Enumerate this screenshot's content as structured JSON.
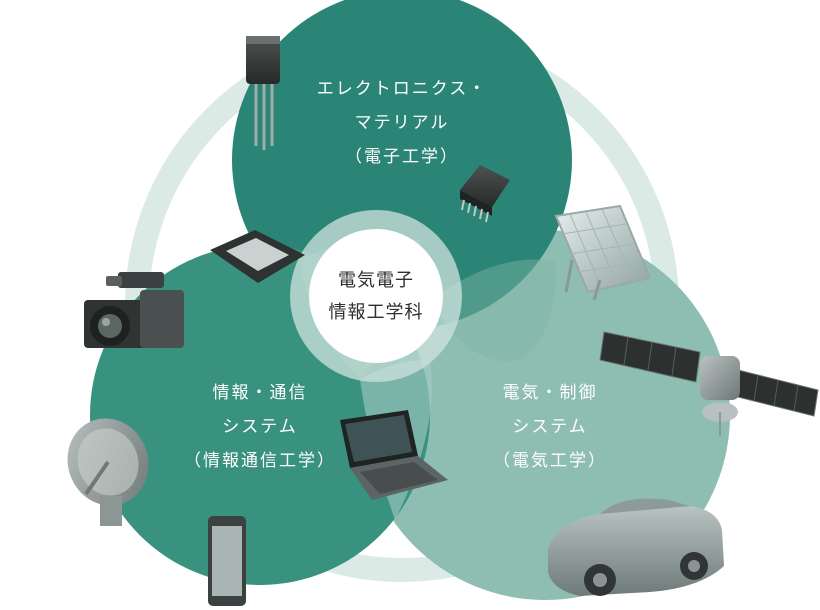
{
  "center": {
    "line1": "電気電子",
    "line2": "情報工学科"
  },
  "areas": [
    {
      "id": "electronics",
      "lines": [
        "エレクトロニクス・",
        "マテリアル",
        "（電子工学）"
      ],
      "color": "#2b8576"
    },
    {
      "id": "information",
      "lines": [
        "情報・通信",
        "システム",
        "（情報通信工学）"
      ],
      "color": "#39927f"
    },
    {
      "id": "control",
      "lines": [
        "電気・制御",
        "システム",
        "（電気工学）"
      ],
      "color": "#8ebdb2"
    }
  ],
  "colors": {
    "ring": "#dceae6",
    "center_halo": "#cfe3de",
    "center_disc": "#ffffff",
    "text_light": "#ffffff",
    "text_dark": "#2e2e2e"
  },
  "icons": [
    "transistor-icon",
    "ic-chip-icon",
    "cpu-chip-icon",
    "solar-panel-icon",
    "video-camera-icon",
    "satellite-icon",
    "laptop-icon",
    "satellite-dish-icon",
    "smartphone-icon",
    "sports-car-icon"
  ]
}
